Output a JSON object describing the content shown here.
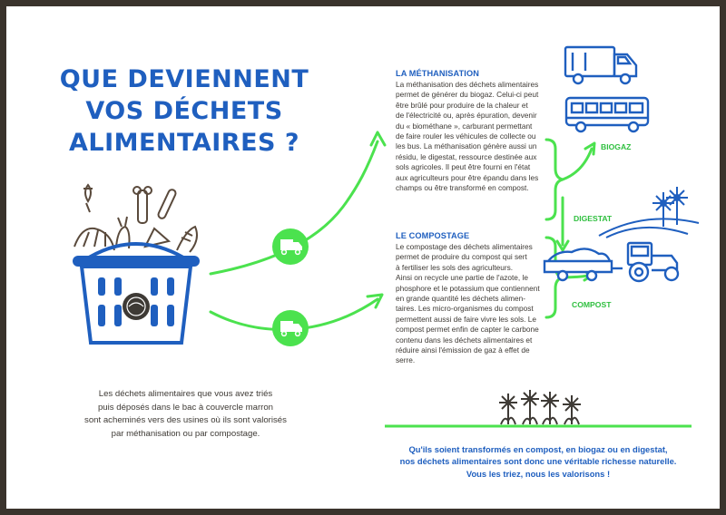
{
  "title": {
    "lines": [
      "QUE DEVIENNENT",
      "VOS DÉCHETS",
      "ALIMENTAIRES ?"
    ]
  },
  "intro": {
    "lines": [
      "Les déchets alimentaires que vous avez triés",
      "puis déposés dans le bac à couvercle marron",
      "sont acheminés vers des usines où ils sont valorisés",
      "par méthanisation ou par compostage."
    ]
  },
  "methanisation": {
    "title": "LA MÉTHANISATION",
    "lines": [
      "La méthanisation des déchets alimentaires",
      "permet de générer du biogaz. Celui-ci peut",
      "être brûlé pour produire de la chaleur et",
      "de l'électricité ou, après épuration, devenir",
      "du « biométhane », carburant permettant",
      "de faire rouler les véhicules de collecte ou",
      "les bus. La méthanisation génère aussi un",
      "résidu, le digestat, ressource destinée aux",
      "sols agricoles. Il peut être fourni en l'état",
      "aux agriculteurs pour être épandu dans les",
      "champs ou être transformé en compost."
    ]
  },
  "compostage": {
    "title": "LE COMPOSTAGE",
    "lines": [
      "Le compostage des déchets alimentaires",
      "permet de produire du compost qui sert",
      "à fertiliser les sols des agriculteurs.",
      "Ainsi on recycle une partie de l'azote, le",
      "phosphore et le potassium que contiennent",
      "en grande quantité les déchets alimen-",
      "taires. Les micro-organismes du compost",
      "permettent aussi de faire vivre les sols. Le",
      "compost permet enfin de capter le carbone",
      "contenu dans les déchets alimentaires et",
      "réduire ainsi l'émission de gaz à effet de",
      "serre."
    ]
  },
  "labels": {
    "biogaz": "BIOGAZ",
    "digestat": "DIGESTAT",
    "compost": "COMPOST"
  },
  "footer": {
    "lines": [
      "Qu'ils soient transformés en compost, en biogaz ou en digestat,",
      "nos déchets alimentaires sont donc une véritable richesse naturelle.",
      "Vous les triez, nous les valorisons !"
    ]
  },
  "colors": {
    "blue": "#1f5fbf",
    "green": "#2fbf3f",
    "brown": "#3e3a35",
    "frame": "#3a332c"
  },
  "icons": [
    "food-waste-basket-icon",
    "collection-truck-icon",
    "garbage-truck-icon",
    "bus-icon",
    "tractor-trailer-icon",
    "flowers-hill-icon",
    "flower-bed-icon"
  ]
}
